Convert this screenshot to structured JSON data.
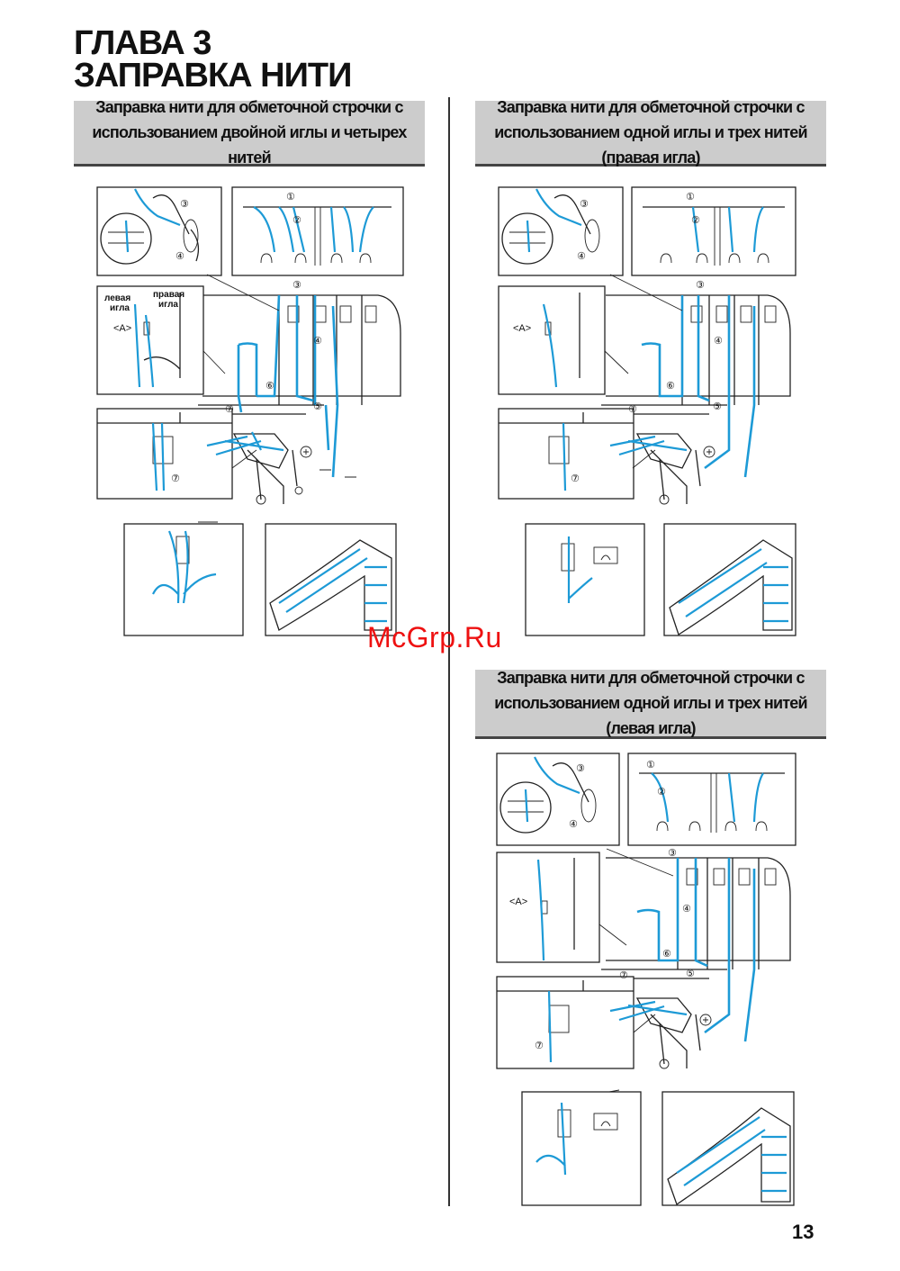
{
  "chapter": {
    "line1": "ГЛАВА 3",
    "line2": "ЗАПРАВКА НИТИ"
  },
  "sections": [
    {
      "line1": "Заправка нити для обметочной строчки с",
      "line2": "использованием двойной иглы и четырех нитей",
      "labels": {
        "left_needle": [
          "левая",
          "игла"
        ],
        "right_needle": [
          "правая",
          "игла"
        ],
        "a": "<A>"
      }
    },
    {
      "line1": "Заправка нити для обметочной строчки с",
      "line2": "использованием одной иглы и трех нитей (правая игла)",
      "labels": {
        "a": "<A>"
      }
    },
    {
      "line1": "Заправка нити для обметочной строчки с",
      "line2": "использованием одной иглы и трех нитей (левая игла)",
      "labels": {
        "a": "<A>"
      }
    }
  ],
  "step_numbers": [
    "①",
    "②",
    "③",
    "④",
    "⑤",
    "⑥",
    "⑦"
  ],
  "watermark": "McGrp.Ru",
  "page_number": "13",
  "colors": {
    "thread": "#1d9ad6",
    "header_bg": "#cccccc",
    "watermark": "#ee1111"
  }
}
